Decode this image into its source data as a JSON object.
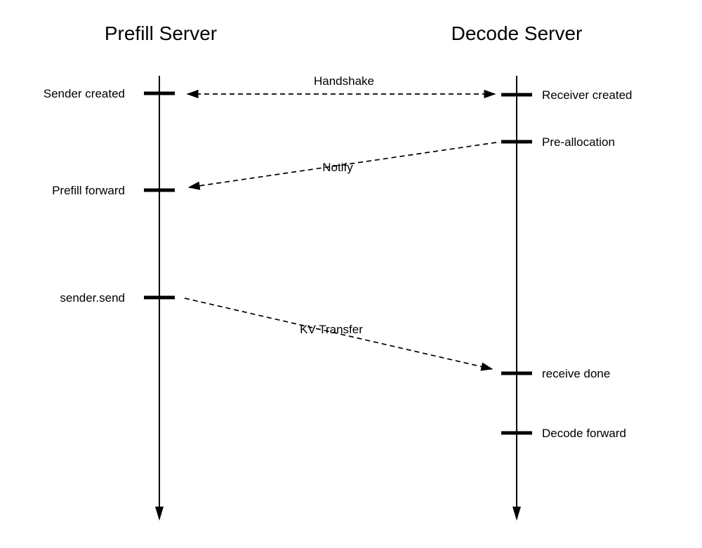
{
  "diagram": {
    "type": "sequence-diagram",
    "background_color": "#ffffff",
    "line_color": "#000000",
    "actors": [
      {
        "name": "Prefill Server"
      },
      {
        "name": "Decode Server"
      }
    ],
    "events": {
      "prefill": [
        {
          "label": "Sender created"
        },
        {
          "label": "Prefill forward"
        },
        {
          "label": "sender.send"
        }
      ],
      "decode": [
        {
          "label": "Receiver created"
        },
        {
          "label": "Pre-allocation"
        },
        {
          "label": "receive done"
        },
        {
          "label": "Decode forward"
        }
      ]
    },
    "messages": [
      {
        "label": "Handshake",
        "from": "Prefill Server",
        "to": "Decode Server",
        "bidirectional": true,
        "style": "dashed"
      },
      {
        "label": "Notify",
        "from": "Decode Server",
        "to": "Prefill Server",
        "bidirectional": false,
        "style": "dashed"
      },
      {
        "label": "KV Transfer",
        "from": "Prefill Server",
        "to": "Decode Server",
        "bidirectional": false,
        "style": "dashed"
      }
    ]
  }
}
